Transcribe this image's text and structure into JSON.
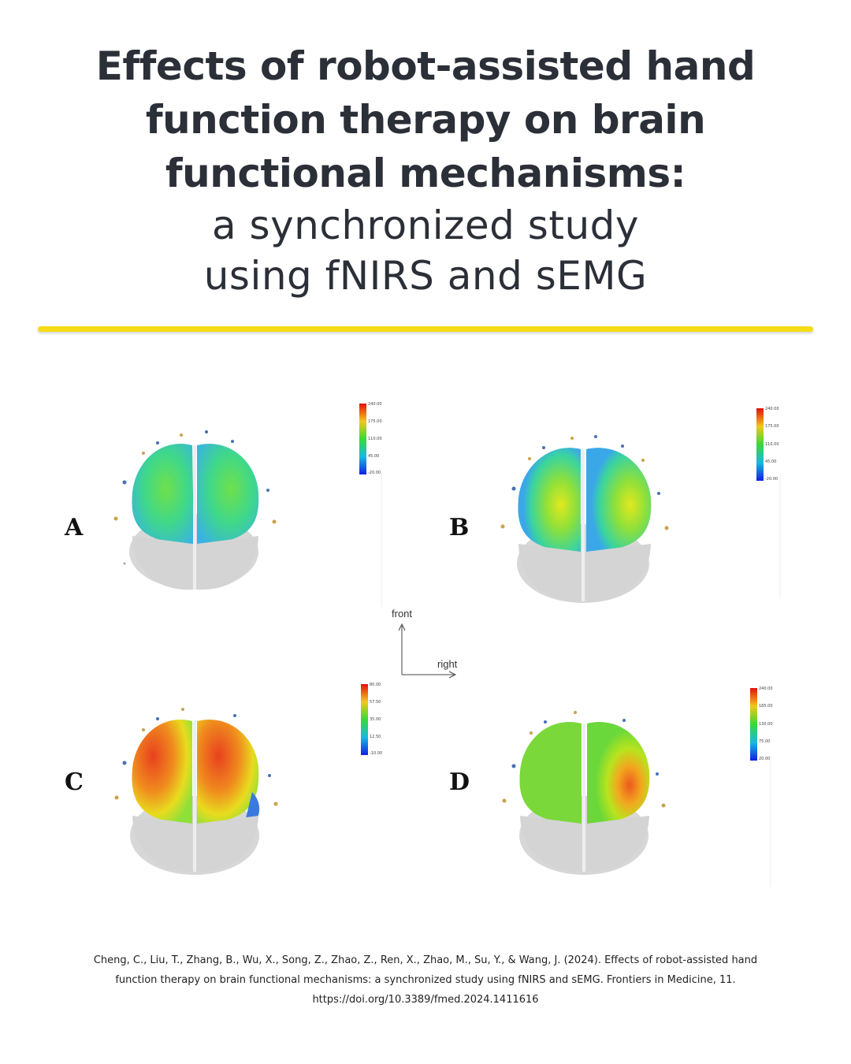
{
  "title": {
    "bold_lines": [
      "Effects of robot-assisted hand",
      "function therapy on brain",
      "functional mechanisms:"
    ],
    "light_lines": [
      "a synchronized study",
      "using fNIRS and sEMG"
    ]
  },
  "accent_color": "#f6dc14",
  "figure": {
    "panels": [
      {
        "label": "A",
        "ticks": [
          "240.00",
          "175.00",
          "110.00",
          "45.00",
          "-20.00"
        ]
      },
      {
        "label": "B",
        "ticks": [
          "240.00",
          "175.00",
          "110.00",
          "45.00",
          "-20.00"
        ]
      },
      {
        "label": "C",
        "ticks": [
          "80.00",
          "57.50",
          "35.00",
          "12.50",
          "-10.00"
        ]
      },
      {
        "label": "D",
        "ticks": [
          "240.00",
          "185.00",
          "130.00",
          "75.00",
          "20.00"
        ]
      }
    ],
    "orientation": {
      "front": "front",
      "right": "right"
    }
  },
  "citation": [
    "Cheng, C., Liu, T., Zhang, B., Wu, X., Song, Z., Zhao, Z., Ren, X., Zhao, M., Su, Y., & Wang, J. (2024). Effects of robot-assisted hand",
    "function therapy on brain functional mechanisms: a synchronized study using fNIRS and sEMG. Frontiers in Medicine, 11.",
    "https://doi.org/10.3389/fmed.2024.1411616"
  ]
}
